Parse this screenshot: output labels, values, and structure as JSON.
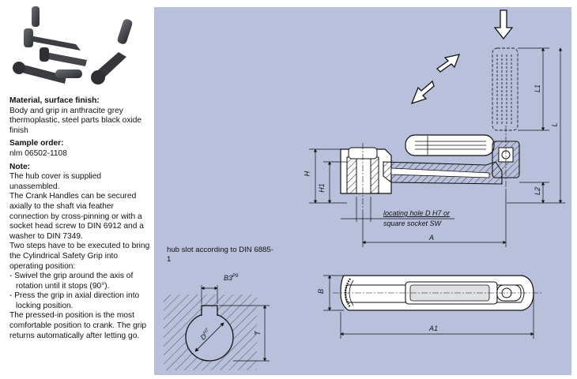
{
  "material": {
    "heading": "Material, surface finish:",
    "text": "Body and grip in anthracite grey thermoplastic, steel parts black oxide finish"
  },
  "sample_order": {
    "heading": "Sample order:",
    "text": "nlm 06502-1108"
  },
  "note": {
    "heading": "Note:",
    "lines": [
      "The hub cover is supplied unassembled.",
      "The Crank Handles can be secured axially to the shaft via feather connection by cross-pinning or with a socket head screw to DIN 6912 and a washer to DIN 7349.",
      "Two steps have to be executed to bring the Cylindrical Safety Grip into operating position:"
    ],
    "bullets": [
      "- Swivel the grip around the axis of rotation until it stops (90°).",
      "- Press the grip in axial direction into locking position."
    ],
    "closing": "The pressed-in position is the most comfortable position to crank. The grip returns automatically after letting go."
  },
  "drawing": {
    "hub_caption": "hub slot according to DIN 6885-1",
    "locating_hole_line1": "locating hole D H7 or",
    "locating_hole_line2": "square socket SW",
    "dims": {
      "L1": "L1",
      "L": "L",
      "L2": "L2",
      "H": "H",
      "H1": "H1",
      "A": "A",
      "A1": "A1",
      "B": "B",
      "B3": "B3",
      "B3_sup": "P9",
      "T": "T",
      "D": "D",
      "D_sup": "H7"
    }
  },
  "colors": {
    "panel_bg": "#b8c0dc",
    "body_grey": "#6b6f78",
    "hatch": "#333333"
  }
}
